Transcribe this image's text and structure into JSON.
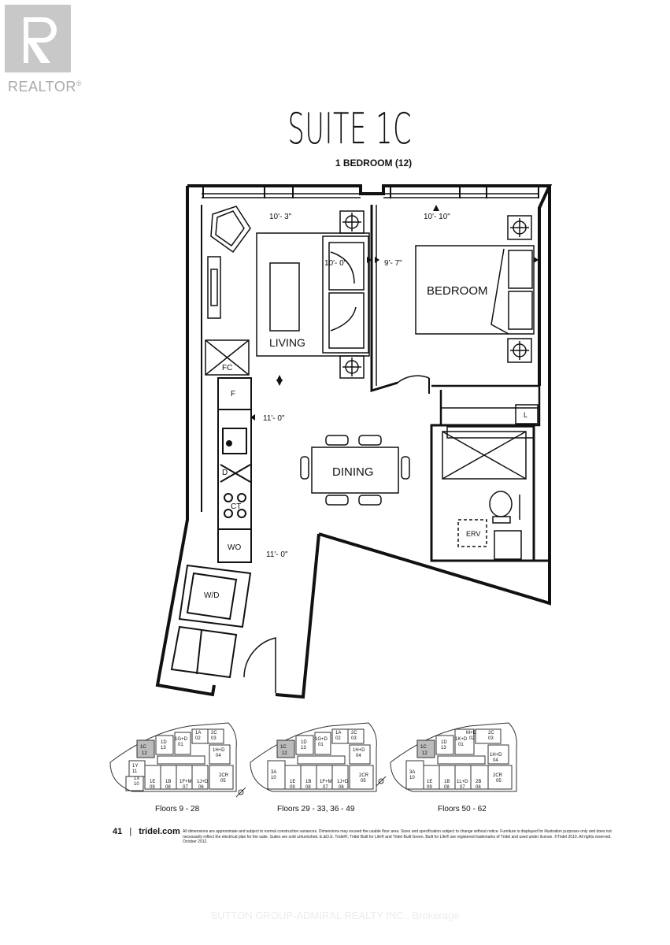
{
  "logo": {
    "brand": "REALTOR",
    "mark": "®",
    "icon": "realtor-r-icon",
    "color": "#c8c8c8"
  },
  "title": "SUITE 1C",
  "subtitle": "1 BEDROOM (12)",
  "rooms": {
    "living": "LIVING",
    "bedroom": "BEDROOM",
    "dining": "DINING",
    "fc": "FC",
    "f": "F",
    "d": "D",
    "ct": "CT",
    "wo": "WO",
    "wd": "W/D",
    "erv": "ERV",
    "l": "L"
  },
  "dimensions": {
    "living_width": "10'- 3\"",
    "living_depth": "10'- 0\"",
    "bedroom_width": "10'- 10\"",
    "bedroom_depth": "9'- 7\"",
    "dining_width": "11'- 0\"",
    "dining_depth": "11'- 0\""
  },
  "keyplans": [
    {
      "caption": "Floors 9 - 28",
      "units": [
        "1C\n12",
        "1D\n13",
        "1G+D\n01",
        "1A\n02",
        "2C\n03",
        "1H+D\n04",
        "2CR\n05",
        "1J+D\n06",
        "1F+M\n07",
        "1B\n08",
        "1E\n09",
        "1X\n10",
        "1Y\n11"
      ]
    },
    {
      "caption": "Floors 29 - 33, 36 - 49",
      "units": [
        "1C\n12",
        "1D\n13",
        "1G+D\n01",
        "1A\n02",
        "2C\n03",
        "1H+D\n04",
        "2CR\n05",
        "1J+D\n06",
        "1F+M\n07",
        "1B\n08",
        "1E\n09",
        "3A\n10"
      ]
    },
    {
      "caption": "Floors 50 - 62",
      "units": [
        "1C\n12",
        "1D\n13",
        "1K+D\n01",
        "M+D\n02",
        "2C\n03",
        "1H+D\n04",
        "2CR\n05",
        "2B\n06",
        "1L+D\n07",
        "1B\n08",
        "1E\n09",
        "3A\n10"
      ]
    }
  ],
  "footer": {
    "page": "41",
    "separator": "|",
    "site": "tridel.com",
    "legal": "All dimensions are approximate and subject to normal construction variances. Dimensions may exceed the usable floor area. Sizes and specification subject to change without notice. Furniture is displayed for illustration purposes only and does not necessarily reflect the electrical plan for the suite. Suites are sold unfurnished. E.&O.E. Tridel®, Tridel Built for Life® and Tridel Built Green. Built for Life® are registered trademarks of Tridel and used under license. ©Tridel 2010. All rights reserved. October 2012."
  },
  "watermark": "SUTTON GROUP-ADMIRAL REALTY INC., Brokerage"
}
